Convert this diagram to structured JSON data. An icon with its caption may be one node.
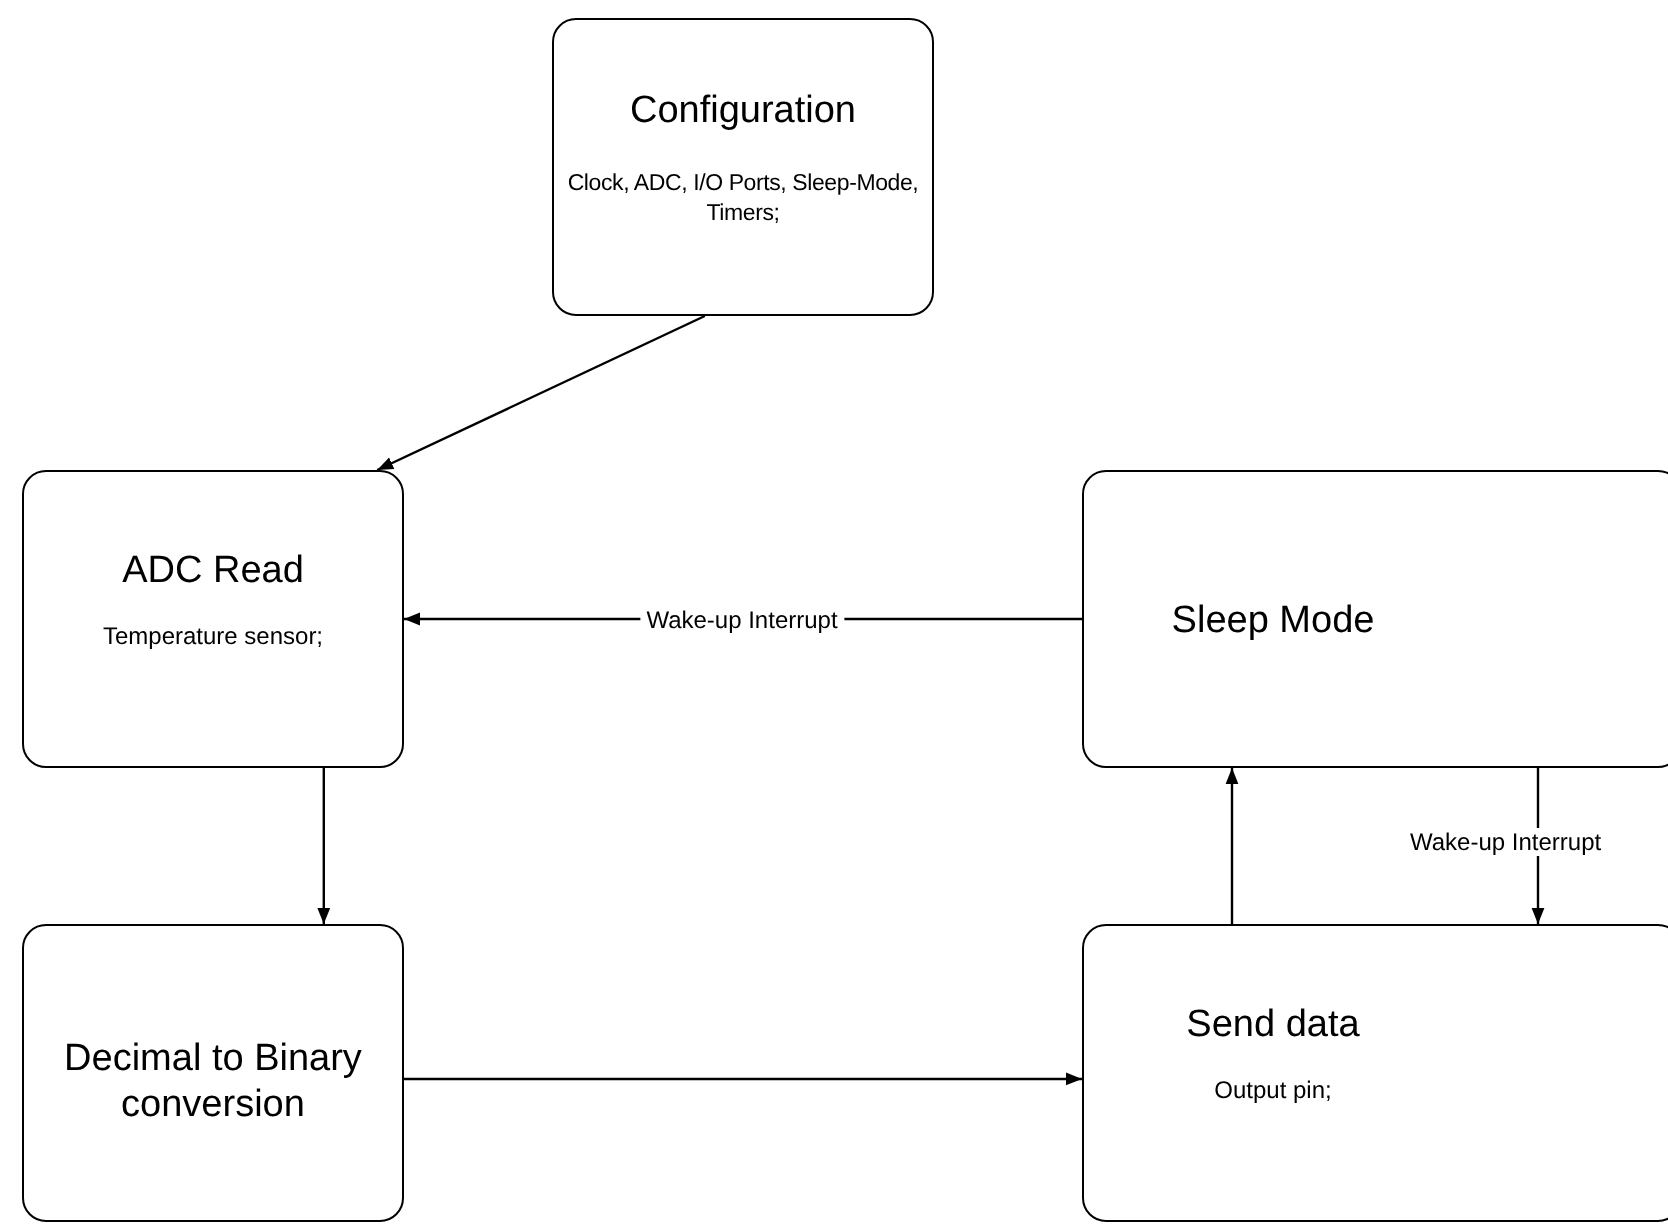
{
  "diagram": {
    "nodes": [
      {
        "text": [
          "Configuration",
          "Clock, ADC, I/O Ports, Sleep-Mode, Timers;"
        ]
      },
      {
        "text": [
          "ADC Read",
          "Temperature sensor;"
        ]
      },
      {
        "text": [
          "Sleep Mode"
        ]
      },
      {
        "text": [
          "Decimal to Binary conversion"
        ]
      },
      {
        "text": [
          "Send data",
          "Output pin;"
        ]
      }
    ],
    "edges": [
      {
        "from": 0,
        "to": 1,
        "arrow": "to"
      },
      {
        "from": 2,
        "to": 1,
        "arrow": "to",
        "label": "Wake-up Interrupt"
      },
      {
        "from": 1,
        "to": 3,
        "arrow": "to"
      },
      {
        "from": 4,
        "to": 2,
        "arrow": "to"
      },
      {
        "from": 2,
        "to": 4,
        "arrow": "to",
        "label": "Wake-up Interrupt"
      },
      {
        "from": 3,
        "to": 4,
        "arrow": "to"
      }
    ]
  }
}
